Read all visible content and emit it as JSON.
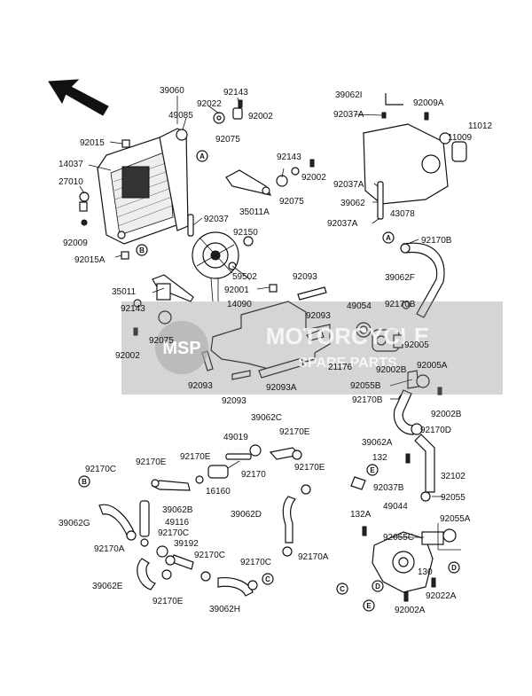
{
  "labels": {
    "l39060": "39060",
    "l92143a": "92143",
    "l49085": "49085",
    "l92022": "92022",
    "l92002a": "92002",
    "l92015": "92015",
    "l92075a": "92075",
    "l14037": "14037",
    "l27010": "27010",
    "l92143b": "92143",
    "l92002b": "92002",
    "l35011a": "35011A",
    "l92075b": "92075",
    "l92037": "92037",
    "l92009": "92009",
    "l92015a": "92015A",
    "l92150": "92150",
    "l59502": "59502",
    "l35011": "35011",
    "l92001": "92001",
    "l92093a": "92093",
    "l14090": "14090",
    "l92143c": "92143",
    "l92093b": "92093",
    "l92075c": "92075",
    "l92002c": "92002",
    "l92093c": "92093",
    "l92093d": "92093",
    "l92093A": "92093A",
    "l39062i": "39062I",
    "l92009a": "92009A",
    "l92037a1": "92037A",
    "l11012": "11012",
    "l11009": "11009",
    "l92037a2": "92037A",
    "l39062": "39062",
    "l92037a3": "92037A",
    "l43078": "43078",
    "l92170b1": "92170B",
    "l39062f": "39062F",
    "l49054": "49054",
    "l92170b2": "92170B",
    "l92005": "92005",
    "l21176": "21176",
    "l92002B": "92002B",
    "l92005a": "92005A",
    "l92055b": "92055B",
    "l92170b3": "92170B",
    "l92002B2": "92002B",
    "l39062a": "39062A",
    "l92170d": "92170D",
    "l39062c": "39062C",
    "l49019": "49019",
    "l92170e1": "92170E",
    "l92170c1": "92170C",
    "l92170e2": "92170E",
    "l92170e3": "92170E",
    "l92170": "92170",
    "l92170e4": "92170E",
    "l16160": "16160",
    "l39062b": "39062B",
    "l49116": "49116",
    "l39062g": "39062G",
    "l92170c2": "92170C",
    "l39192": "39192",
    "l92170a1": "92170A",
    "l92170c3": "92170C",
    "l39062d": "39062D",
    "l39062e": "39062E",
    "l92170c4": "92170C",
    "l92170a2": "92170A",
    "l92170e5": "92170E",
    "l39062h": "39062H",
    "l132": "132",
    "l32102": "32102",
    "l92037b": "92037B",
    "l92055": "92055",
    "l49044": "49044",
    "l132a": "132A",
    "l92055a": "92055A",
    "l92055c": "92055C",
    "l130": "130",
    "l92022a": "92022A",
    "l92002A": "92002A"
  },
  "callouts": {
    "a1": "A",
    "a2": "A",
    "b1": "B",
    "b2": "B",
    "c1": "C",
    "c2": "C",
    "d1": "D",
    "d2": "D",
    "e1": "E",
    "e2": "E"
  },
  "watermark": {
    "badge": "MSP",
    "name": "MOTORCYCLE",
    "sub": "SPARE PARTS"
  }
}
